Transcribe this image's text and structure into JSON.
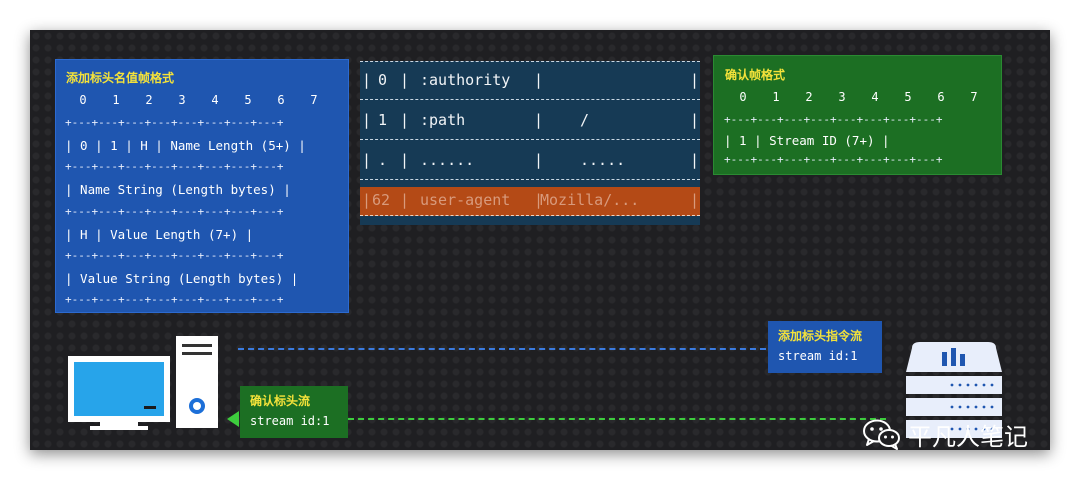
{
  "header_name_frame": {
    "title": "添加标头名值帧格式",
    "bits": [
      "0",
      "1",
      "2",
      "3",
      "4",
      "5",
      "6",
      "7"
    ],
    "rule": "+---+---+---+---+---+---+---+---+",
    "rows": [
      "| 0 | 1 | H | Name Length (5+)  |",
      "|  Name String (Length bytes)    |",
      "| H |     Value Length (7+)     |",
      "|  Value String (Length bytes)   |"
    ]
  },
  "table": {
    "rows": [
      {
        "index": "0",
        "name": ":authority",
        "value": ""
      },
      {
        "index": "1",
        "name": ":path",
        "value": "/"
      },
      {
        "index": ".",
        "name": "......",
        "value": "....."
      },
      {
        "index": "62",
        "name": "user-agent",
        "value": "Mozilla/..."
      }
    ]
  },
  "ack_frame": {
    "title": "确认帧格式",
    "bits": [
      "0",
      "1",
      "2",
      "3",
      "4",
      "5",
      "6",
      "7"
    ],
    "rule": "+---+---+---+---+---+---+---+---+",
    "row": "| 1 |       Stream ID (7+)      |"
  },
  "flows": {
    "instruction": {
      "title": "添加标头指令流",
      "stream": "stream id:1"
    },
    "ack": {
      "title": "确认标头流",
      "stream": "stream id:1"
    }
  },
  "watermark": {
    "text": "平凡人笔记",
    "icon": "wechat-icon"
  },
  "colors": {
    "blue": "#1f56b0",
    "green": "#1c6f23",
    "teal": "#163a55",
    "highlight": "#b44a16",
    "label_yellow": "#f4e23a"
  }
}
